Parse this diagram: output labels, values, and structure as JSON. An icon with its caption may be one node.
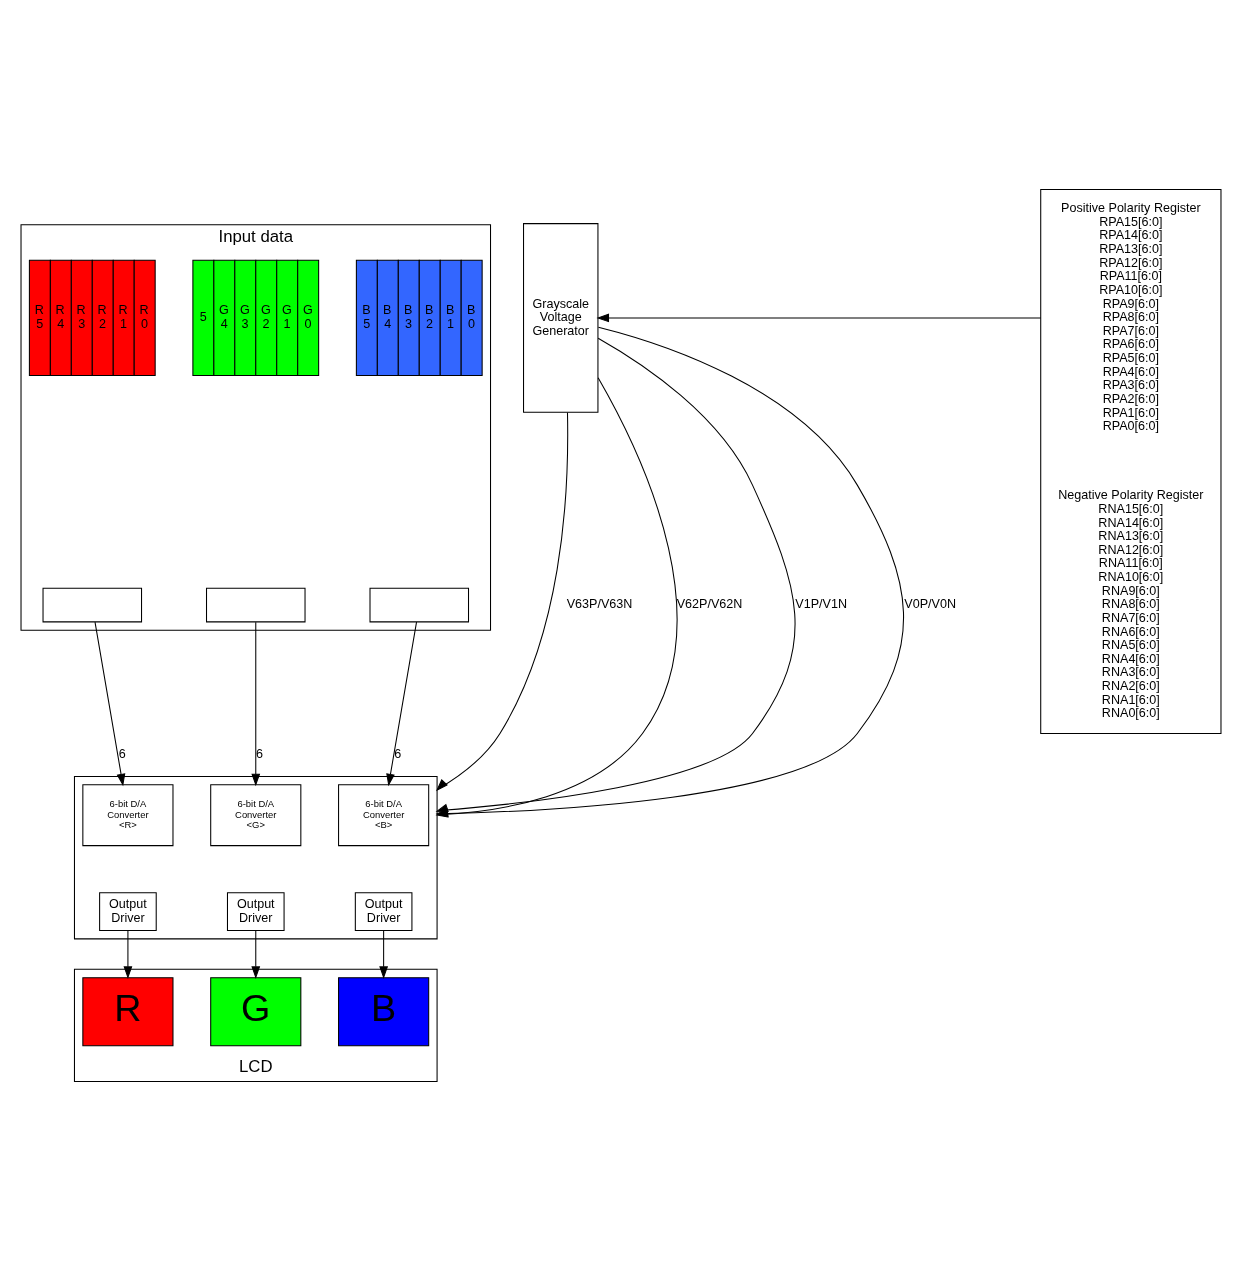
{
  "diagram": {
    "nodes": [
      {
        "text": [
          "Input data"
        ]
      },
      {
        "text": [
          "R 5",
          "R 4",
          "R 3",
          "R 2",
          "R 1",
          "R 0"
        ],
        "in": 0
      },
      {
        "text": [
          "5",
          "G 4",
          "G 3",
          "G 2",
          "G 1",
          "G 0"
        ],
        "in": 0
      },
      {
        "text": [
          "B 5",
          "B 4",
          "B 3",
          "B 2",
          "B 1",
          "B 0"
        ],
        "in": 0
      },
      {
        "text": [],
        "shape": "trapezoid",
        "in": 0
      },
      {
        "text": [],
        "shape": "trapezoid",
        "in": 0
      },
      {
        "text": [],
        "shape": "trapezoid",
        "in": 0
      },
      {
        "text": [],
        "shape": "box"
      },
      {
        "text": [
          "6-bit D/A Converter <R>"
        ],
        "in": 7
      },
      {
        "text": [
          "6-bit D/A Converter <G>"
        ],
        "in": 7
      },
      {
        "text": [
          "6-bit D/A Converter <B>"
        ],
        "in": 7
      },
      {
        "text": [
          "Output Driver"
        ],
        "in": 7
      },
      {
        "text": [
          "Output Driver"
        ],
        "in": 7
      },
      {
        "text": [
          "Output Driver"
        ],
        "in": 7
      },
      {
        "text": [
          "LCD"
        ]
      },
      {
        "text": [
          "R"
        ],
        "in": 14
      },
      {
        "text": [
          "G"
        ],
        "in": 14
      },
      {
        "text": [
          "B"
        ],
        "in": 14
      },
      {
        "text": [
          "Grayscale Voltage Generator"
        ]
      },
      {
        "text": [],
        "shape": "box"
      },
      {
        "text": [
          "Positive Polarity Register",
          "RPA15[6:0]",
          "RPA14[6:0]",
          "RPA13[6:0]",
          "RPA12[6:0]",
          "RPA11[6:0]",
          "RPA10[6:0]",
          "RPA9[6:0]",
          "RPA8[6:0]",
          "RPA7[6:0]",
          "RPA6[6:0]",
          "RPA5[6:0]",
          "RPA4[6:0]",
          "RPA3[6:0]",
          "RPA2[6:0]",
          "RPA1[6:0]",
          "RPA0[6:0]"
        ],
        "in": 19
      },
      {
        "text": [
          "Negative Polarity Register",
          "RNA15[6:0]",
          "RNA14[6:0]",
          "RNA13[6:0]",
          "RNA12[6:0]",
          "RNA11[6:0]",
          "RNA10[6:0]",
          "RNA9[6:0]",
          "RNA8[6:0]",
          "RNA7[6:0]",
          "RNA6[6:0]",
          "RNA5[6:0]",
          "RNA4[6:0]",
          "RNA3[6:0]",
          "RNA2[6:0]",
          "RNA1[6:0]",
          "RNA0[6:0]"
        ],
        "in": 19
      }
    ],
    "edges": [
      {
        "from": 4,
        "to": 8,
        "arrow": "to",
        "label": "6"
      },
      {
        "from": 5,
        "to": 9,
        "arrow": "to",
        "label": "6"
      },
      {
        "from": 6,
        "to": 10,
        "arrow": "to",
        "label": "6"
      },
      {
        "from": 11,
        "to": 15,
        "arrow": "to"
      },
      {
        "from": 12,
        "to": 16,
        "arrow": "to"
      },
      {
        "from": 13,
        "to": 17,
        "arrow": "to"
      },
      {
        "from": 18,
        "to": 7,
        "arrow": "to",
        "label": "V63P/V63N"
      },
      {
        "from": 18,
        "to": 7,
        "arrow": "to",
        "label": "V62P/V62N"
      },
      {
        "from": 18,
        "to": 7,
        "arrow": "to",
        "label": "V1P/V1N"
      },
      {
        "from": 18,
        "to": 7,
        "arrow": "to",
        "label": "V0P/V0N"
      },
      {
        "from": 19,
        "to": 18,
        "arrow": "to"
      }
    ]
  }
}
